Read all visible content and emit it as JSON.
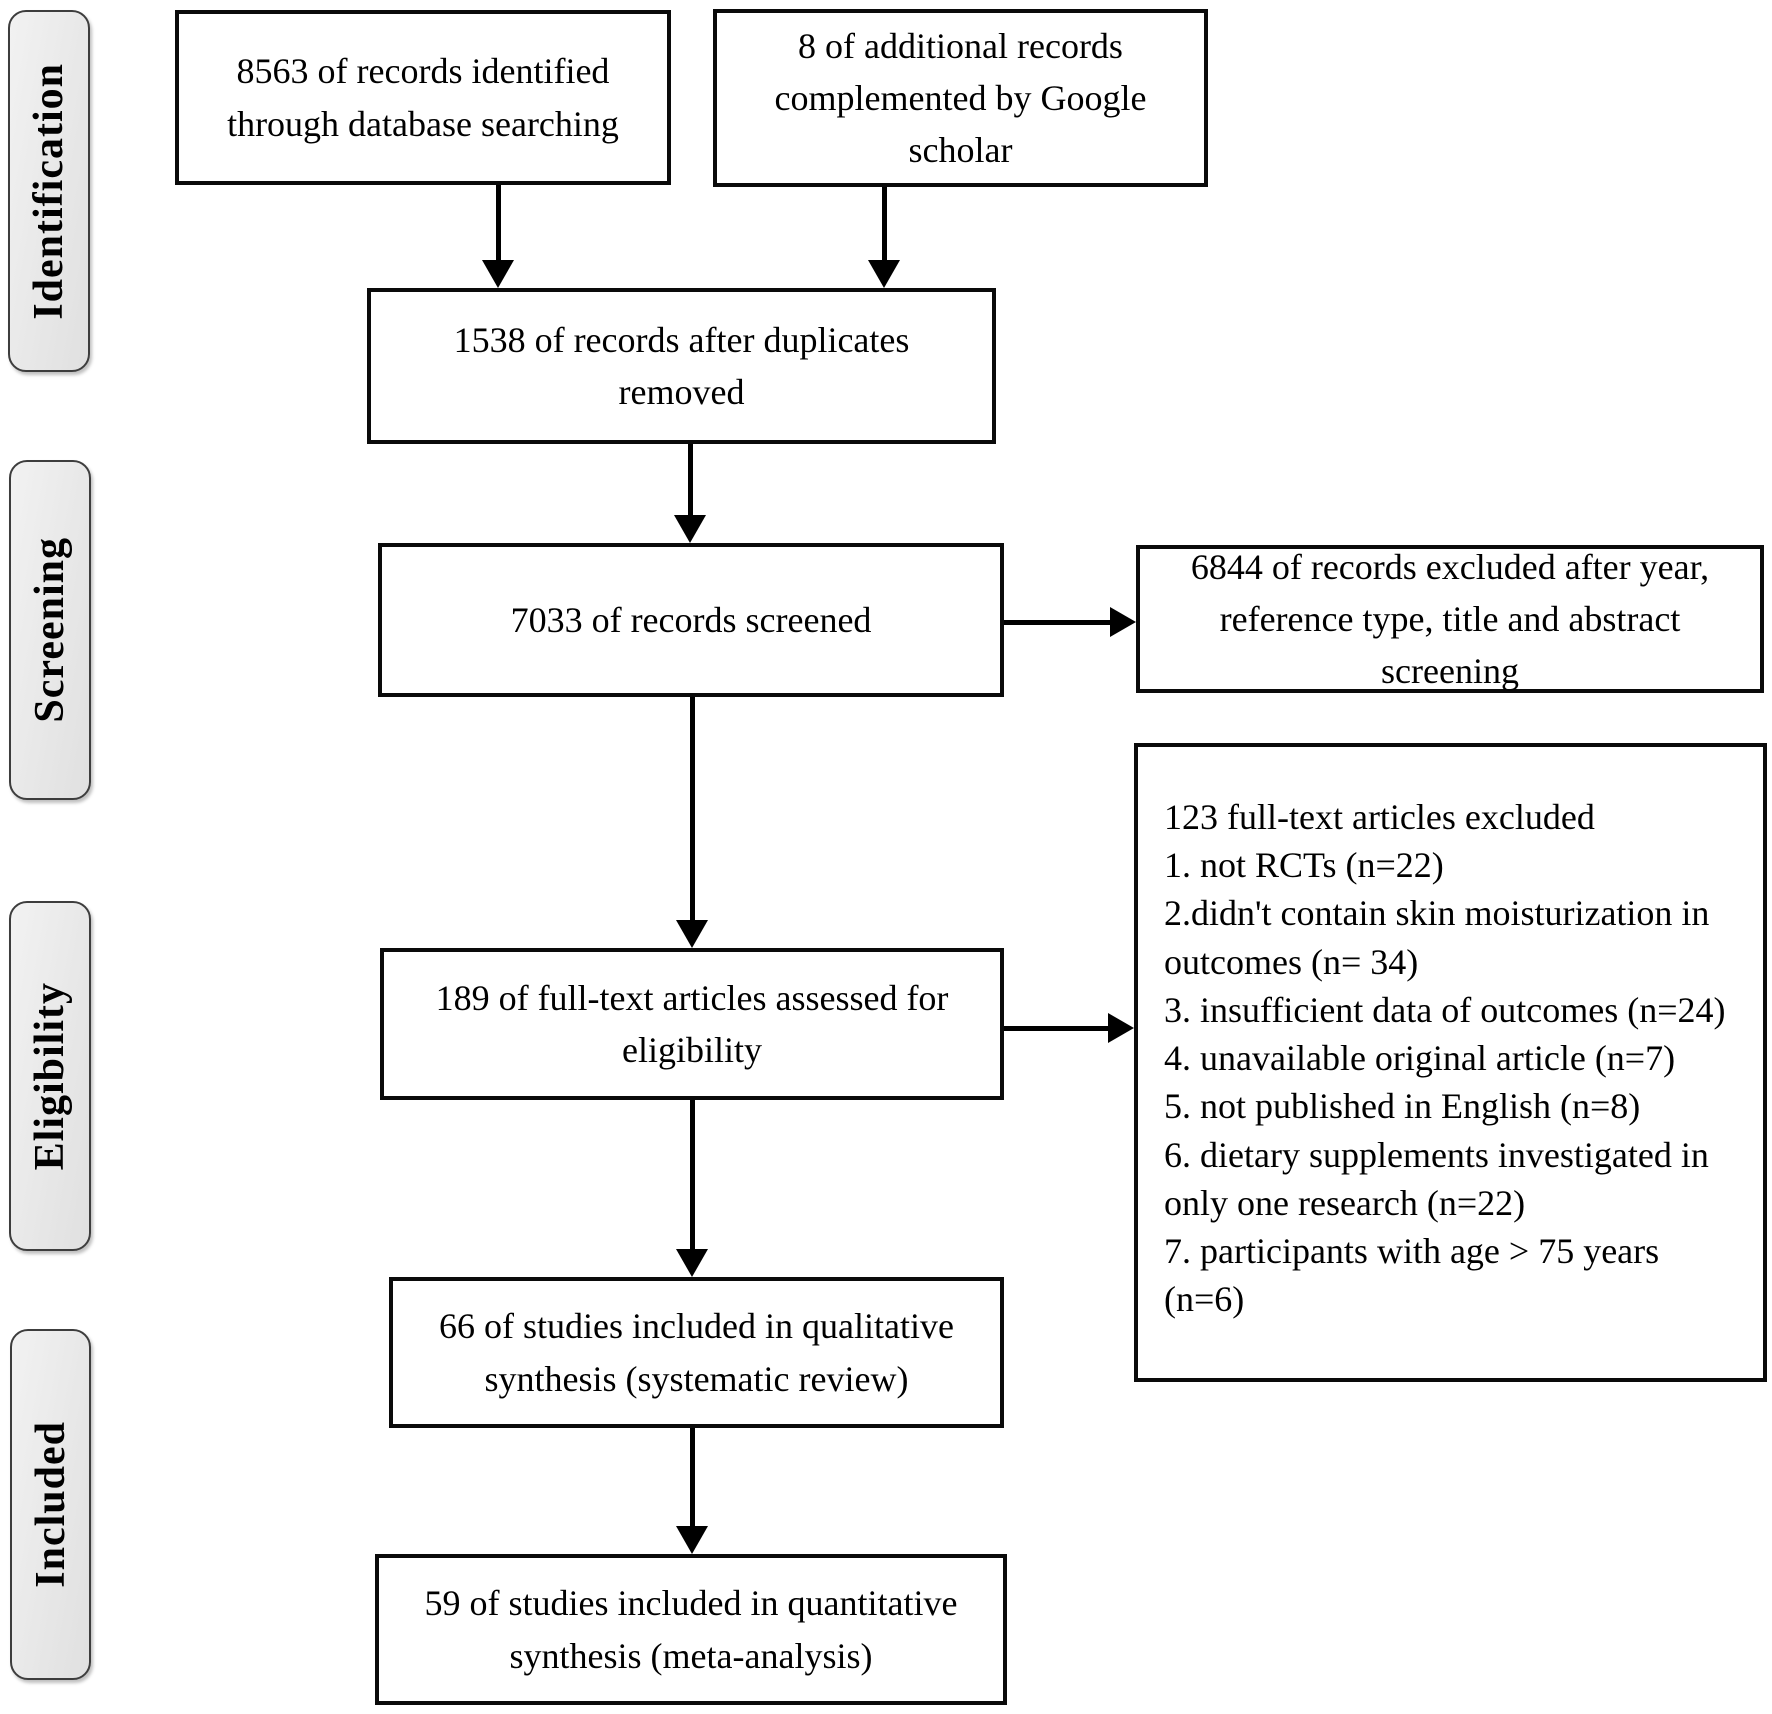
{
  "diagram": {
    "stages": [
      {
        "label": "Identification"
      },
      {
        "label": "Screening"
      },
      {
        "label": "Eligibility"
      },
      {
        "label": "Included"
      }
    ],
    "boxes": {
      "identified": "8563 of records identified through database searching",
      "additional": "8 of additional records complemented by Google scholar",
      "deduplicated": "1538 of records after duplicates removed",
      "screened": "7033 of records screened",
      "excluded_screening": "6844 of records excluded after year, reference type, title and abstract screening",
      "fulltext_assessed": "189 of full-text articles assessed for eligibility",
      "excluded_fulltext_title": "123 full-text articles excluded",
      "excluded_fulltext_reasons": [
        "1. not RCTs (n=22)",
        "2.didn't contain skin moisturization in outcomes (n= 34)",
        "3. insufficient data of outcomes (n=24)",
        "4. unavailable original article (n=7)",
        "5. not published in English (n=8)",
        "6. dietary supplements investigated in only one research (n=22)",
        "7. participants with age > 75 years (n=6)"
      ],
      "qualitative": "66 of studies included in qualitative synthesis (systematic review)",
      "quantitative": "59 of studies included in quantitative synthesis (meta-analysis)"
    },
    "colors": {
      "background": "#ffffff",
      "box_border": "#0a0a0a",
      "text": "#000000",
      "stage_fill": "#e9e9e9",
      "stage_border": "#3d3d3d"
    }
  }
}
